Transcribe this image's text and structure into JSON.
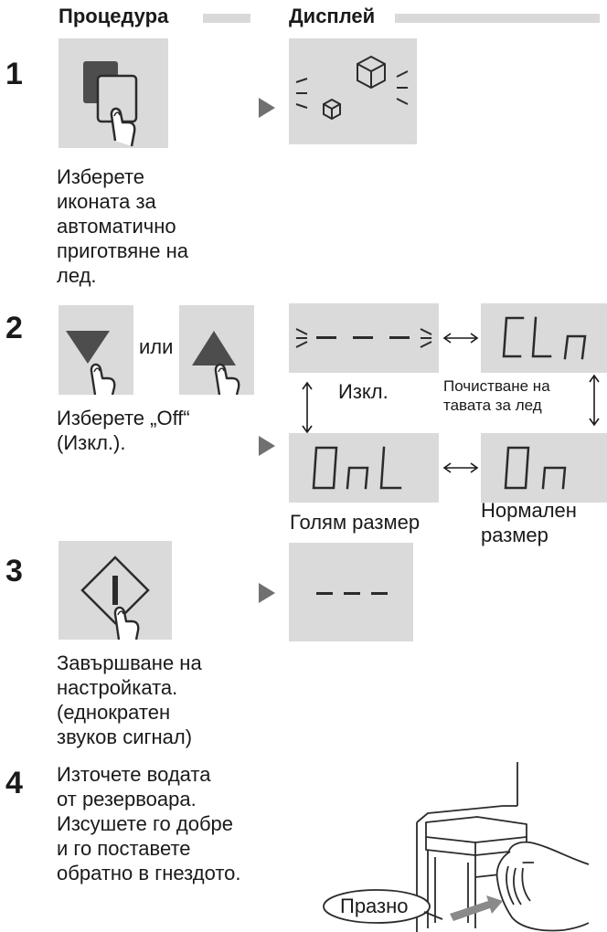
{
  "headers": {
    "procedure": "Процедура",
    "display": "Дисплей"
  },
  "steps": [
    {
      "number": "1",
      "caption": [
        "Изберете",
        "иконата за",
        "автоматично",
        "приготвяне на",
        "лед."
      ]
    },
    {
      "number": "2",
      "or_label": "или",
      "caption": [
        "Изберете „Off“",
        "(Изкл.)."
      ],
      "modes": {
        "off_label": "Изкл.",
        "clean_label": [
          "Почистване на",
          "тавата за лед"
        ],
        "large_label": "Голям размер",
        "normal_label": [
          "Нормален",
          "размер"
        ]
      },
      "segment_texts": {
        "clean": "CLn",
        "large": "OnL",
        "normal": "On"
      }
    },
    {
      "number": "3",
      "caption": [
        "Завършване на",
        "настройката.",
        "(еднократен",
        "звуков сигнал)"
      ]
    },
    {
      "number": "4",
      "caption": [
        "Източете водата",
        "от резервоара.",
        "Изсушете го добре",
        "и го поставете",
        "обратно в гнездото."
      ],
      "bubble": "Празно"
    }
  ],
  "colors": {
    "panel": "#dadada",
    "arrow": "#707070",
    "icon_dark": "#4d4d4d",
    "segment": "#2b2b2b"
  },
  "icons": [
    "auto-ice-icon",
    "down-triangle-icon",
    "up-triangle-icon",
    "power-diamond-icon",
    "finger-press-icon",
    "ice-cubes-icon",
    "tank-hand-illustration"
  ]
}
